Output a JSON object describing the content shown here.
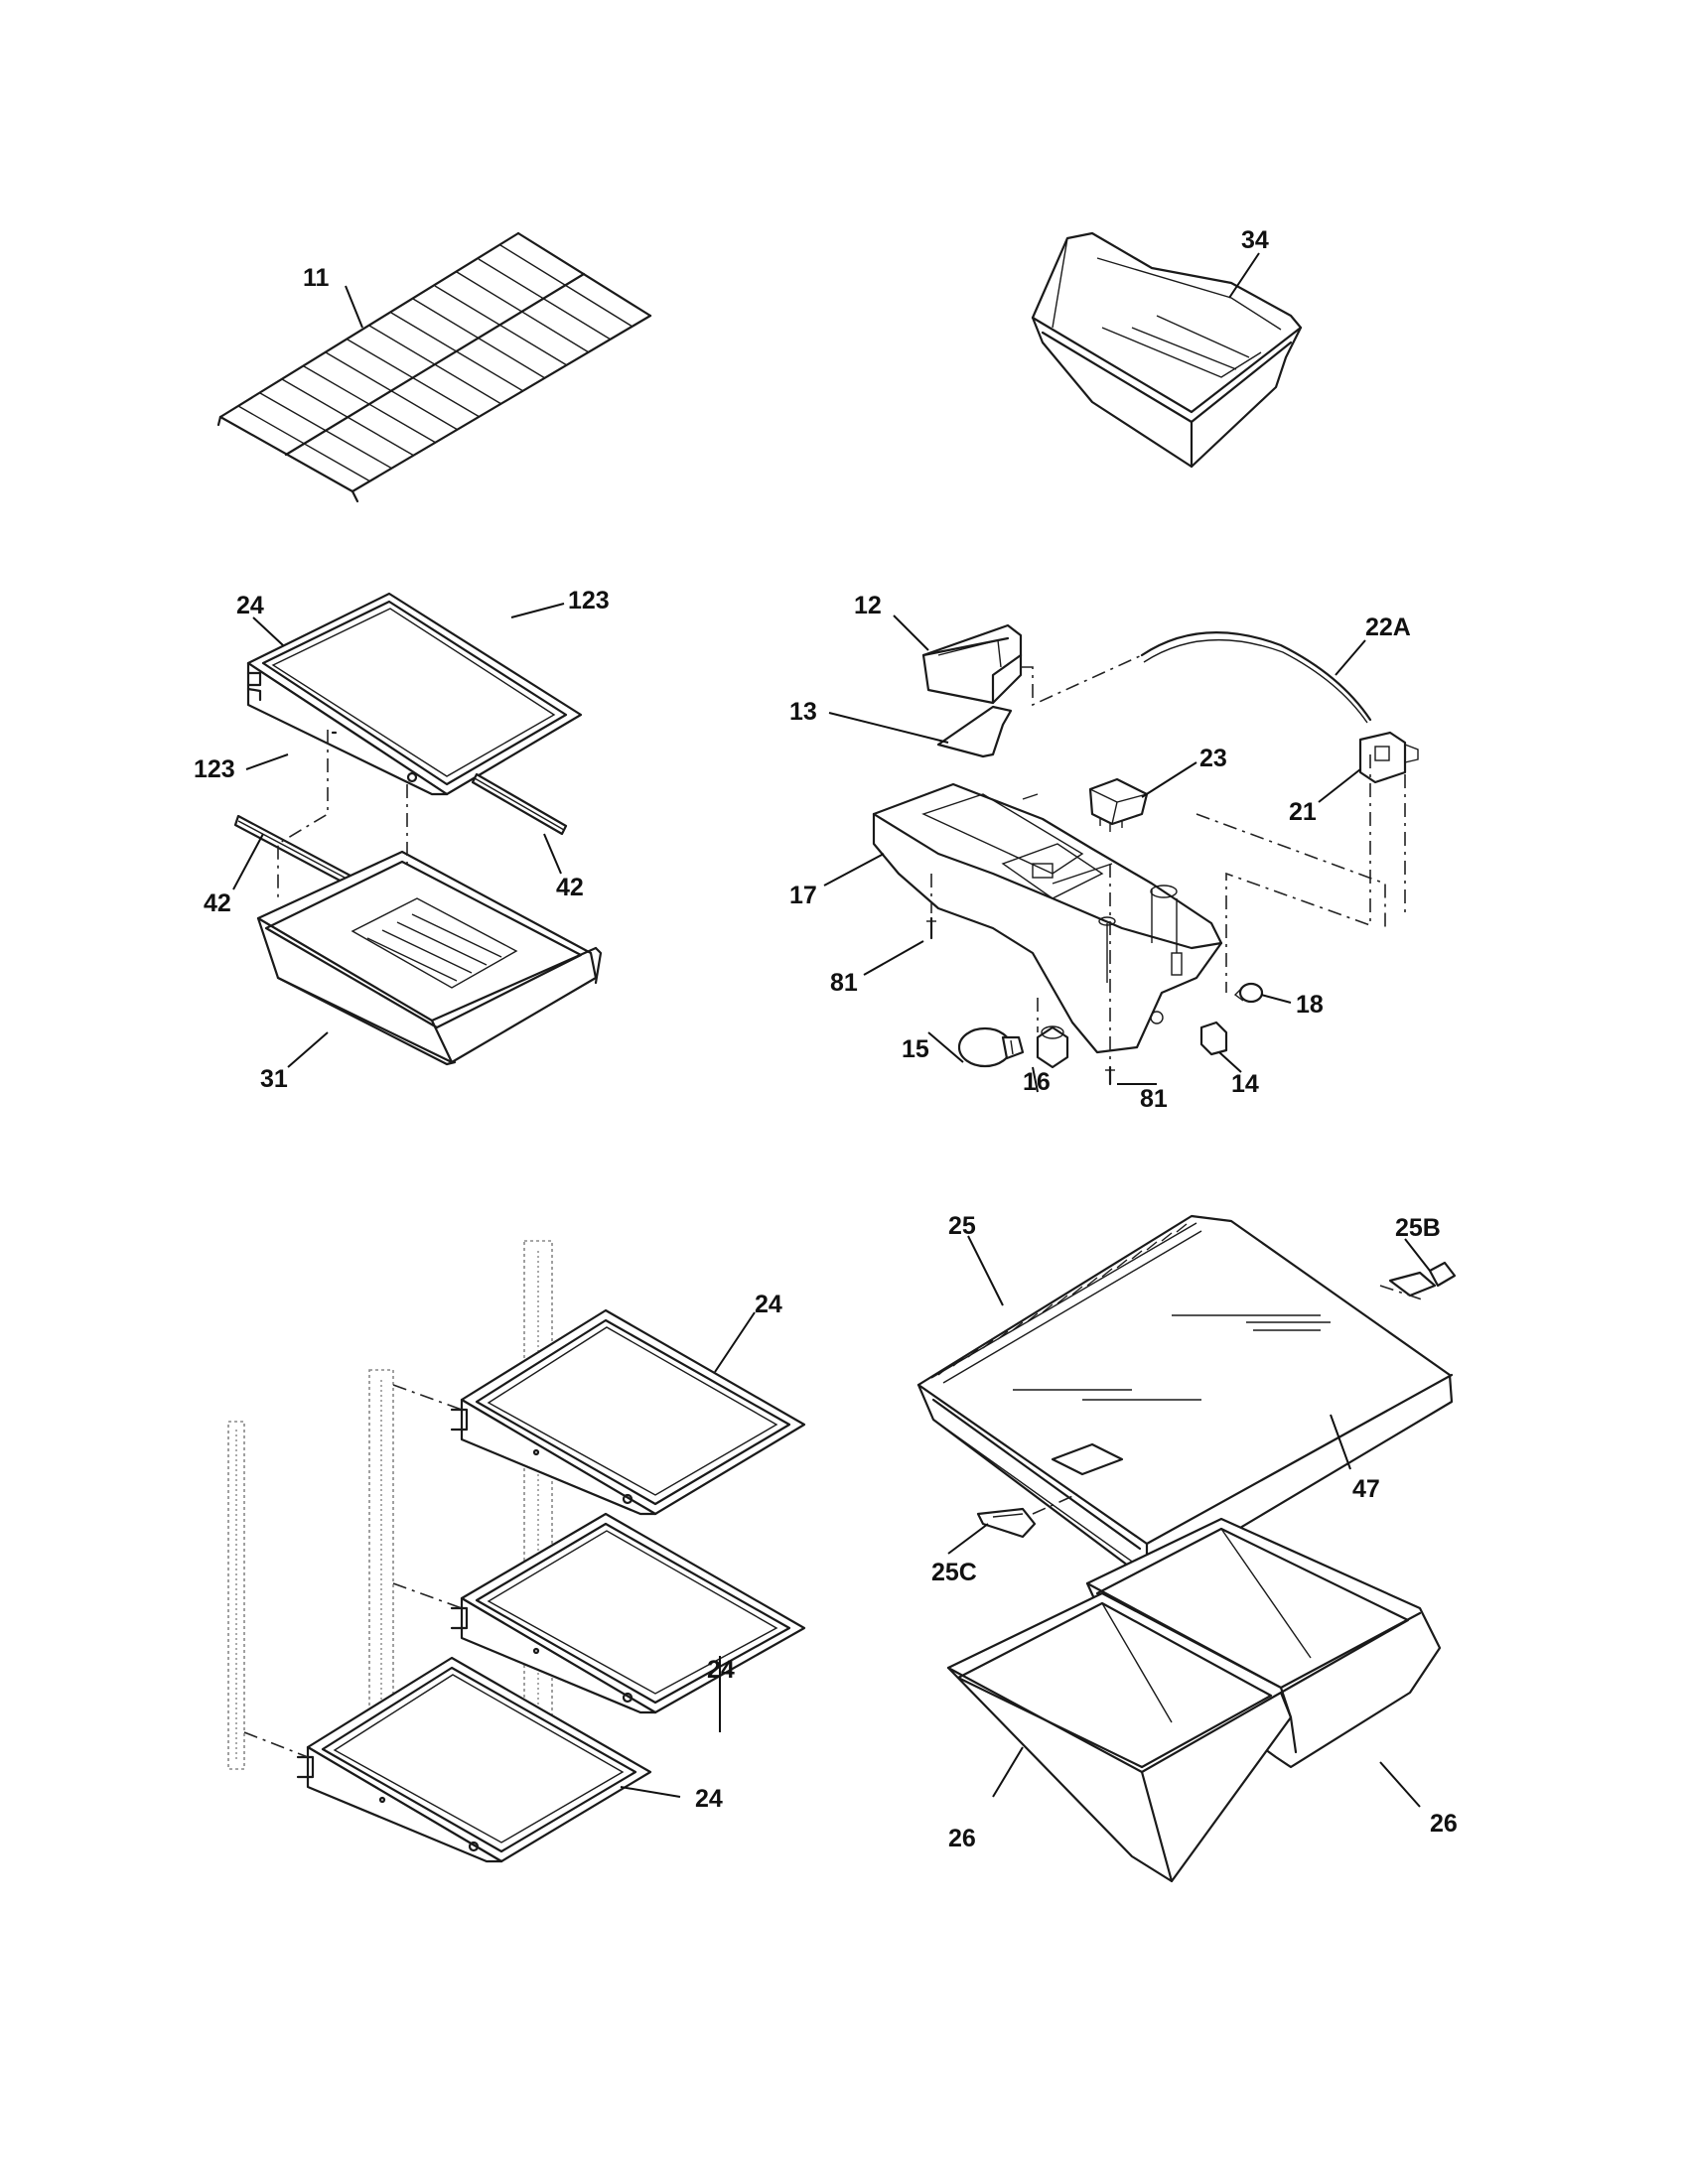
{
  "callouts": {
    "c11": "11",
    "c34": "34",
    "c24_a": "24",
    "c123_a": "123",
    "c123_b": "123",
    "c42_a": "42",
    "c42_b": "42",
    "c31": "31",
    "c12": "12",
    "c22A": "22A",
    "c13": "13",
    "c23": "23",
    "c21": "21",
    "c17": "17",
    "c81_a": "81",
    "c18": "18",
    "c15": "15",
    "c16": "16",
    "c14": "14",
    "c81_b": "81",
    "c25": "25",
    "c25B": "25B",
    "c24_b": "24",
    "c47": "47",
    "c25C": "25C",
    "c24_c": "24",
    "c24_d": "24",
    "c26_a": "26",
    "c26_b": "26"
  }
}
